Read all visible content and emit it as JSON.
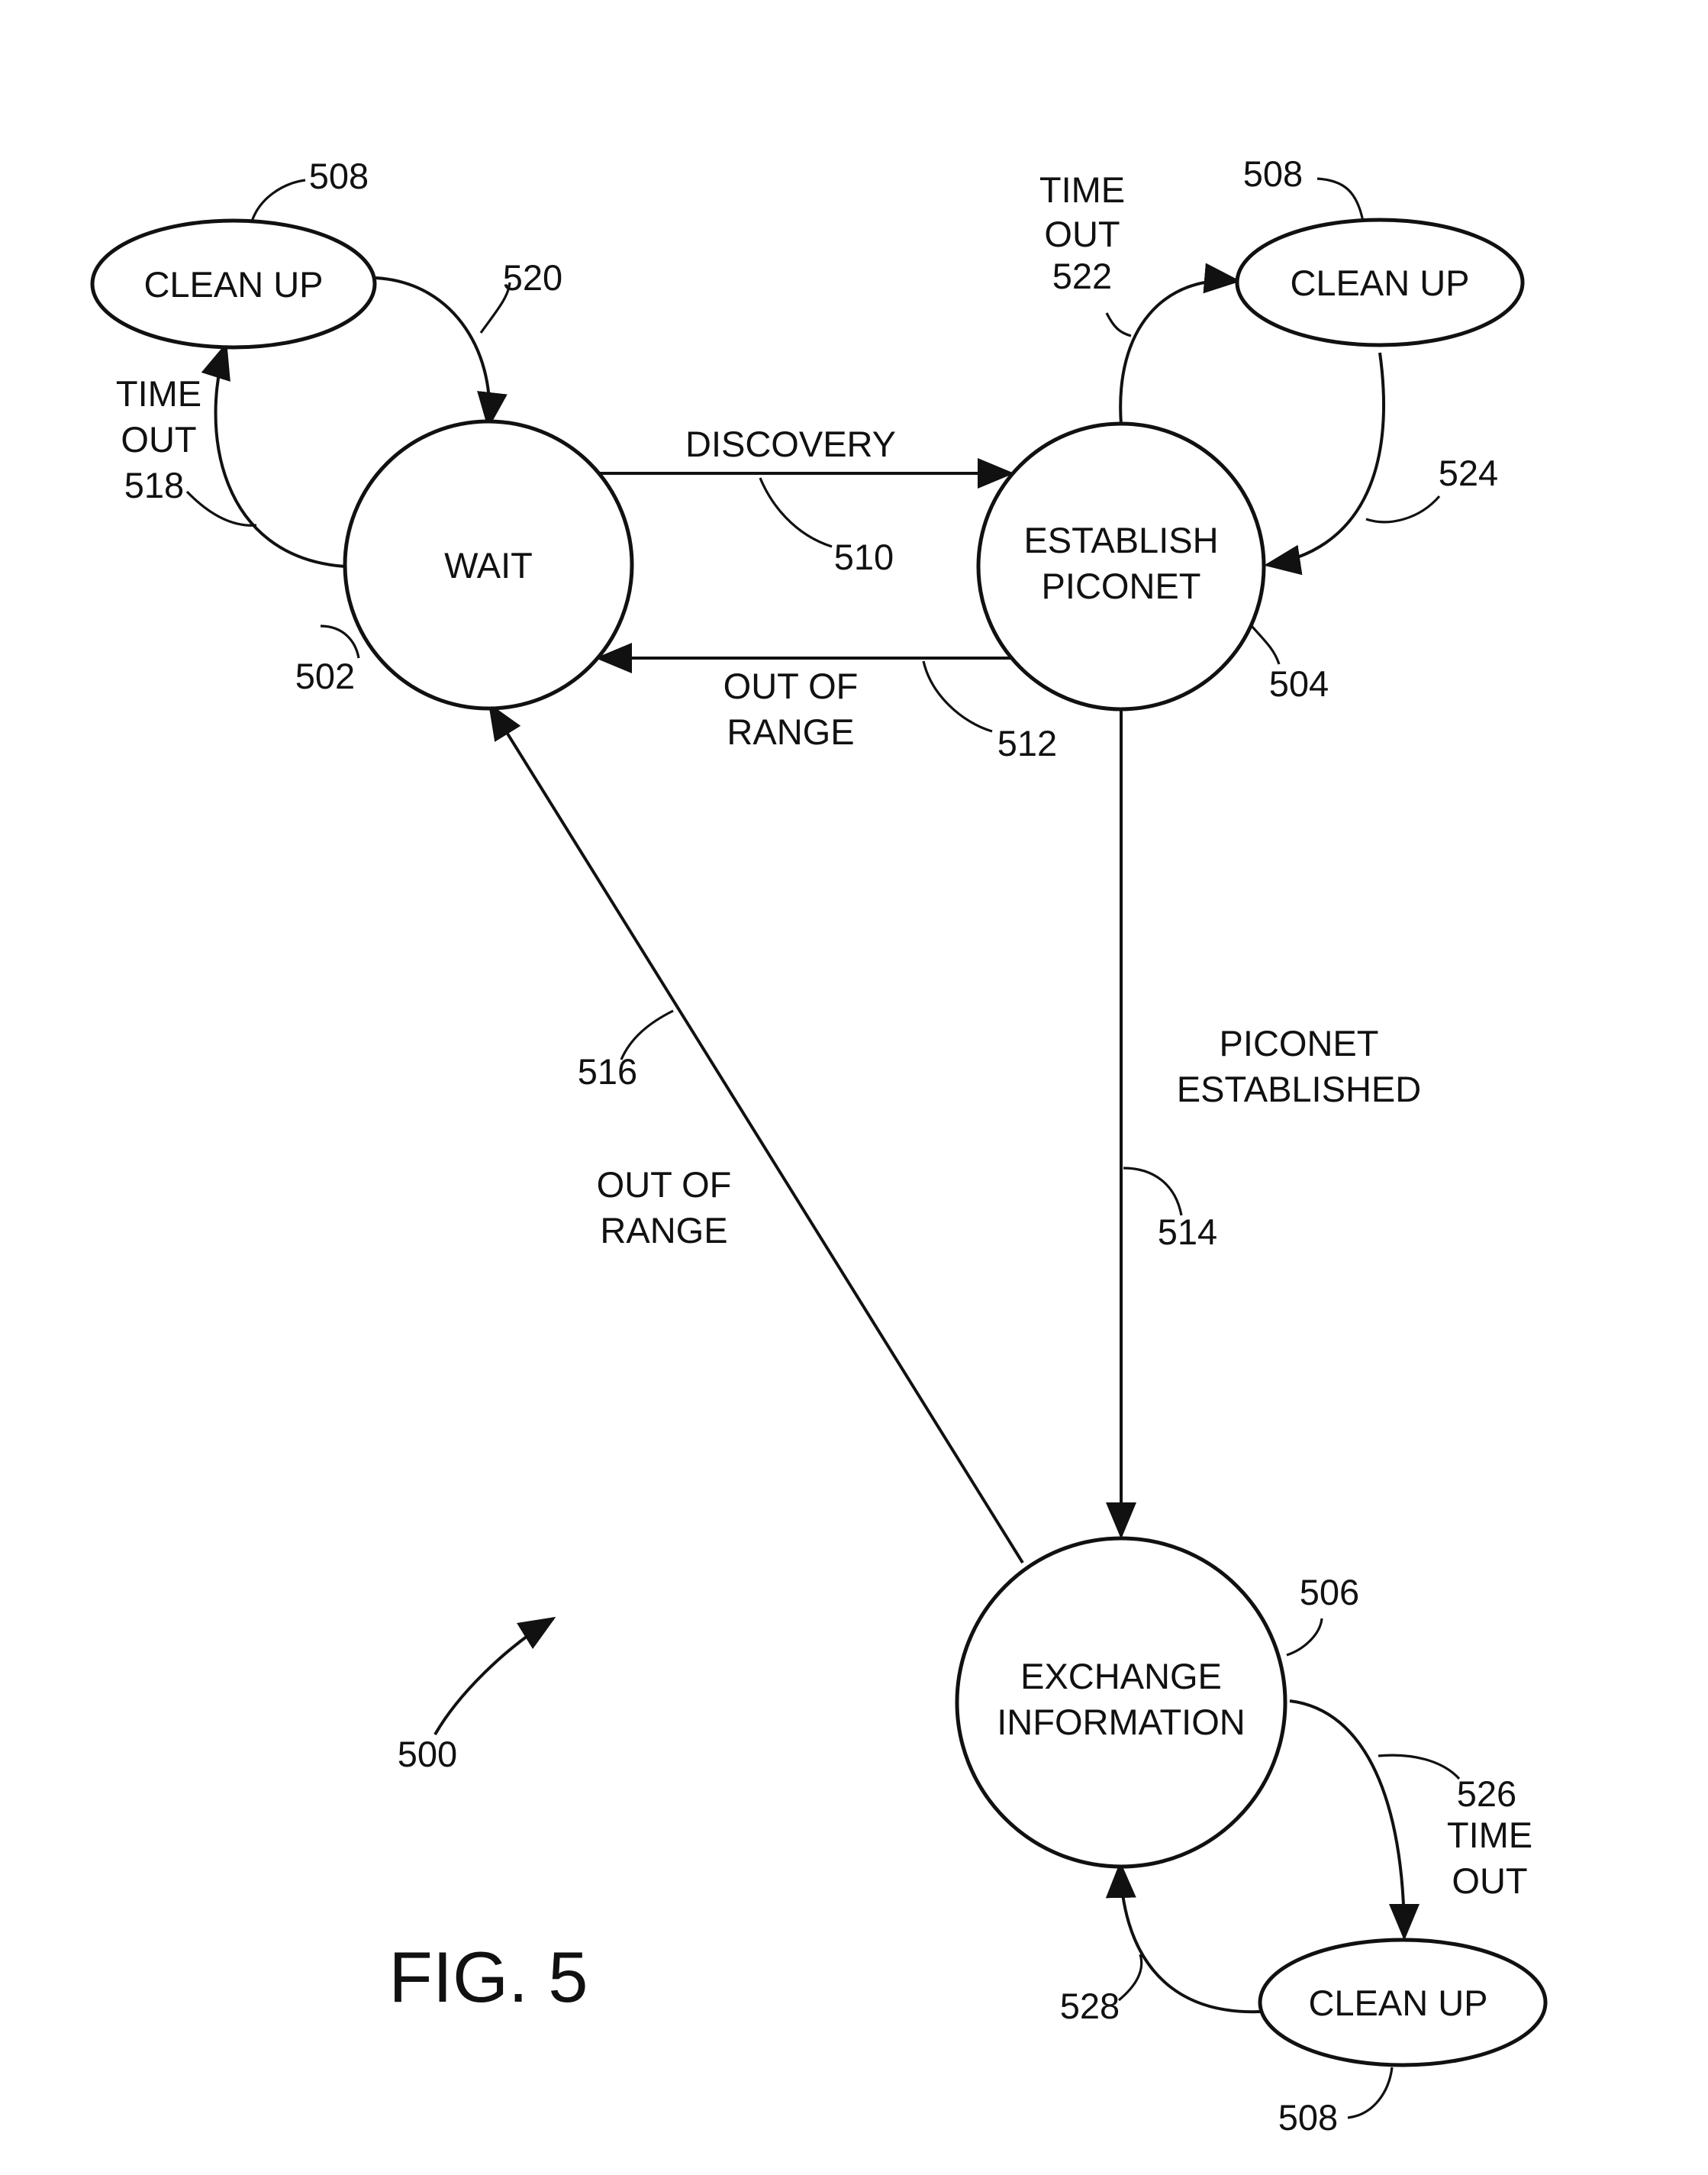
{
  "diagram": {
    "nodes": {
      "wait": {
        "label": "WAIT",
        "ref": "502"
      },
      "establish": {
        "label_line1": "ESTABLISH",
        "label_line2": "PICONET",
        "ref": "504"
      },
      "exchange": {
        "label_line1": "EXCHANGE",
        "label_line2": "INFORMATION",
        "ref": "506"
      },
      "cleanup_wait": {
        "label": "CLEAN UP",
        "ref": "508"
      },
      "cleanup_establish": {
        "label": "CLEAN UP",
        "ref": "508"
      },
      "cleanup_exchange": {
        "label": "CLEAN UP",
        "ref": "508"
      }
    },
    "edges": {
      "discovery": {
        "label": "DISCOVERY",
        "ref": "510"
      },
      "out_of_range_top": {
        "label_line1": "OUT OF",
        "label_line2": "RANGE",
        "ref": "512"
      },
      "piconet_established": {
        "label_line1": "PICONET",
        "label_line2": "ESTABLISHED",
        "ref": "514"
      },
      "out_of_range_diag": {
        "label_line1": "OUT OF",
        "label_line2": "RANGE",
        "ref": "516"
      },
      "timeout_wait": {
        "label_line1": "TIME",
        "label_line2": "OUT",
        "ref": "518"
      },
      "return_wait": {
        "ref": "520"
      },
      "timeout_establish": {
        "label_line1": "TIME",
        "label_line2": "OUT",
        "ref": "522"
      },
      "return_establish": {
        "ref": "524"
      },
      "timeout_exchange": {
        "label_line1": "TIME",
        "label_line2": "OUT",
        "ref": "526"
      },
      "return_exchange": {
        "ref": "528"
      }
    },
    "figure_ref": "500",
    "figure_title": "FIG. 5"
  }
}
